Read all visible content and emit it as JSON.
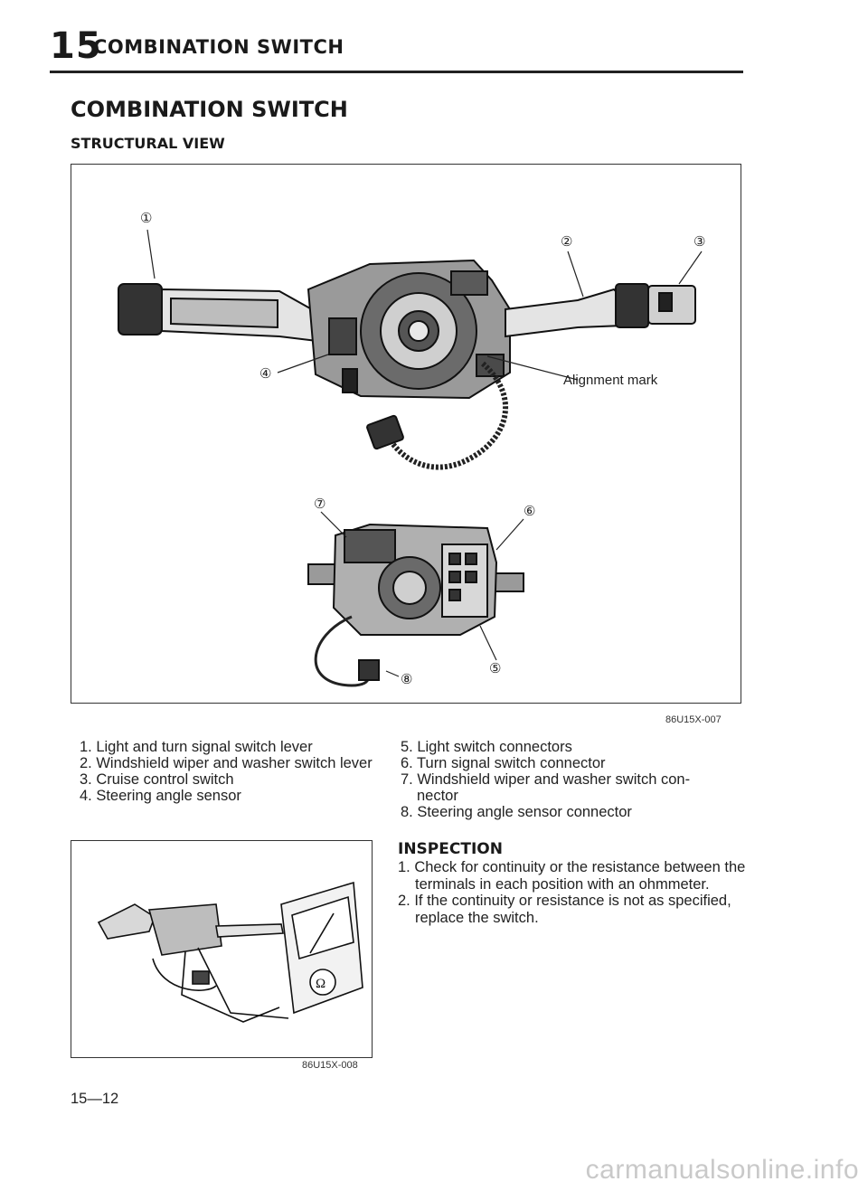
{
  "header": {
    "section_number": "15",
    "section_title": "COMBINATION SWITCH"
  },
  "page_title": "COMBINATION SWITCH",
  "subtitle": "STRUCTURAL VIEW",
  "figure1": {
    "code": "86U15X-007",
    "alignment_label": "Alignment mark",
    "callouts": [
      "①",
      "②",
      "③",
      "④",
      "⑤",
      "⑥",
      "⑦",
      "⑧"
    ]
  },
  "legend_left": [
    "1. Light and turn signal switch lever",
    "2. Windshield wiper and washer switch lever",
    "3. Cruise control switch",
    "4. Steering angle sensor"
  ],
  "legend_right": [
    "5. Light switch connectors",
    "6. Turn signal switch connector",
    "7. Windshield wiper and washer switch con-",
    "nector",
    "8. Steering angle sensor connector"
  ],
  "figure2": {
    "code": "86U15X-008",
    "meter_symbol": "Ω"
  },
  "inspection": {
    "title": "INSPECTION",
    "steps": [
      "1. Check for continuity or the resistance between the terminals in each position with an ohmmeter.",
      "2. If the continuity or resistance is not as specified, replace the switch."
    ]
  },
  "page_number": "15—12",
  "watermark": "carmanualsonline.info"
}
